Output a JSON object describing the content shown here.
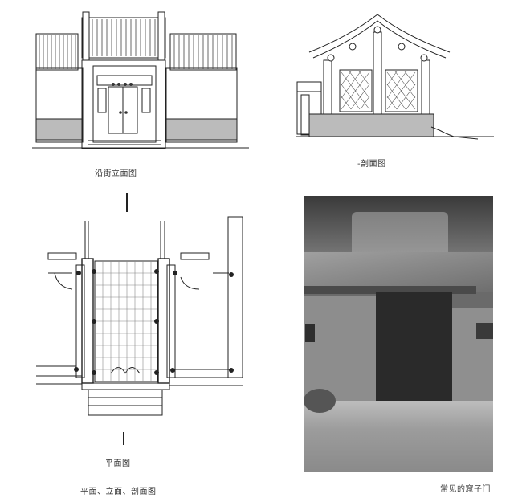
{
  "page": {
    "background": "#ffffff",
    "line_color": "#222222"
  },
  "figures": {
    "street_elevation": {
      "caption": "沿街立面图",
      "description": "Elevation drawing of a wall gateway with tiled roof and double doors"
    },
    "section": {
      "caption": "-剖面图",
      "description": "Cross-section drawing of the gate house with curved roof and lattice panels"
    },
    "plan": {
      "caption": "平面图",
      "description": "Floor plan of the gateway showing columns, paving and steps"
    },
    "group_caption": "平面、立面、剖面图",
    "photo": {
      "caption": "常见的窟子门",
      "description": "Black and white photograph of a traditional gateway under trees"
    }
  }
}
